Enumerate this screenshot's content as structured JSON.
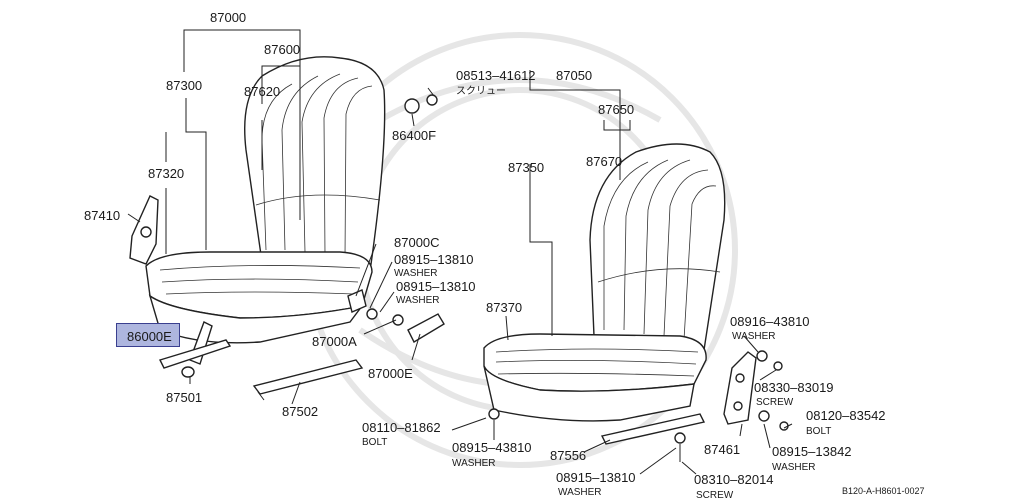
{
  "diagram": {
    "highlighted_part": "86000E",
    "labels": [
      {
        "id": "l87000",
        "text": "87000"
      },
      {
        "id": "l87600",
        "text": "87600"
      },
      {
        "id": "l87300",
        "text": "87300"
      },
      {
        "id": "l87620",
        "text": "87620"
      },
      {
        "id": "l87320",
        "text": "87320"
      },
      {
        "id": "l87410",
        "text": "87410"
      },
      {
        "id": "l08513",
        "text": "08513–41612"
      },
      {
        "id": "l86400f",
        "text": "86400F"
      },
      {
        "id": "l87000c",
        "text": "87000C"
      },
      {
        "id": "l08915a",
        "text": "08915–13810"
      },
      {
        "id": "l08915b",
        "text": "08915–13810"
      },
      {
        "id": "l87000a",
        "text": "87000A"
      },
      {
        "id": "l87000e",
        "text": "87000E"
      },
      {
        "id": "l87501",
        "text": "87501"
      },
      {
        "id": "l87502",
        "text": "87502"
      },
      {
        "id": "l87050",
        "text": "87050"
      },
      {
        "id": "l87650",
        "text": "87650"
      },
      {
        "id": "l87350",
        "text": "87350"
      },
      {
        "id": "l87670",
        "text": "87670"
      },
      {
        "id": "l87370",
        "text": "87370"
      },
      {
        "id": "l08916",
        "text": "08916–43810"
      },
      {
        "id": "l08330",
        "text": "08330–83019"
      },
      {
        "id": "l08120",
        "text": "08120–83542"
      },
      {
        "id": "l08915c",
        "text": "08915–13842"
      },
      {
        "id": "l87461",
        "text": "87461"
      },
      {
        "id": "l08110",
        "text": "08110–81862"
      },
      {
        "id": "l08915d",
        "text": "08915–43810"
      },
      {
        "id": "l87556",
        "text": "87556"
      },
      {
        "id": "l08915e",
        "text": "08915–13810"
      },
      {
        "id": "l08310",
        "text": "08310–82014"
      }
    ],
    "sublabels": [
      {
        "id": "s08513",
        "text": "スクリュー"
      },
      {
        "id": "s08915a",
        "text": "WASHER"
      },
      {
        "id": "s08915b",
        "text": "WASHER"
      },
      {
        "id": "s08916",
        "text": "WASHER"
      },
      {
        "id": "s08330",
        "text": "SCREW"
      },
      {
        "id": "s08120",
        "text": "BOLT"
      },
      {
        "id": "s08915c",
        "text": "WASHER"
      },
      {
        "id": "s08110",
        "text": "BOLT"
      },
      {
        "id": "s08915d",
        "text": "WASHER"
      },
      {
        "id": "s08915e",
        "text": "WASHER"
      },
      {
        "id": "s08310",
        "text": "SCREW"
      }
    ],
    "figure_code": "B120-A-H8601-0027"
  }
}
